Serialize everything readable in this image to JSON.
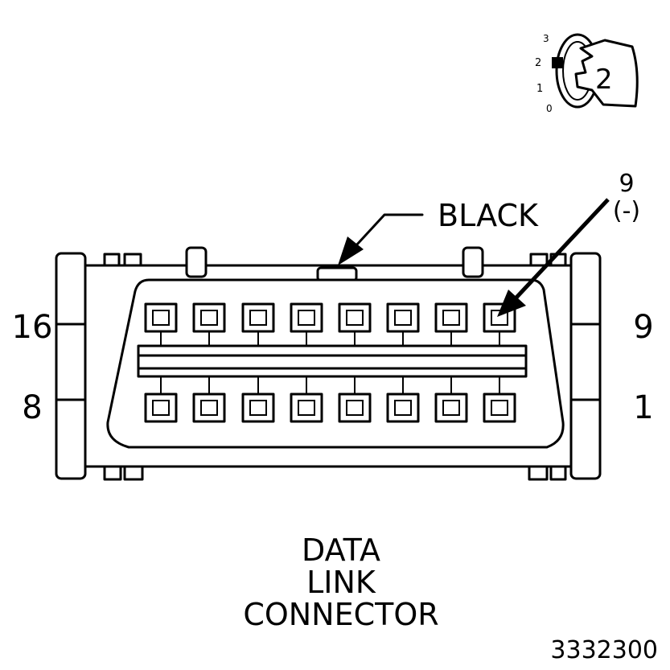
{
  "ignition_key": {
    "position_labels": [
      "3",
      "2",
      "1",
      "0"
    ],
    "key_number": "2"
  },
  "callouts": {
    "wire_color": "BLACK",
    "pin_number": "9",
    "pin_polarity": "(-)"
  },
  "pin_labels": {
    "top_left": "16",
    "bottom_left": "8",
    "top_right": "9",
    "bottom_right": "1"
  },
  "title_lines": [
    "DATA",
    "LINK",
    "CONNECTOR"
  ],
  "figure_number": "3332300"
}
